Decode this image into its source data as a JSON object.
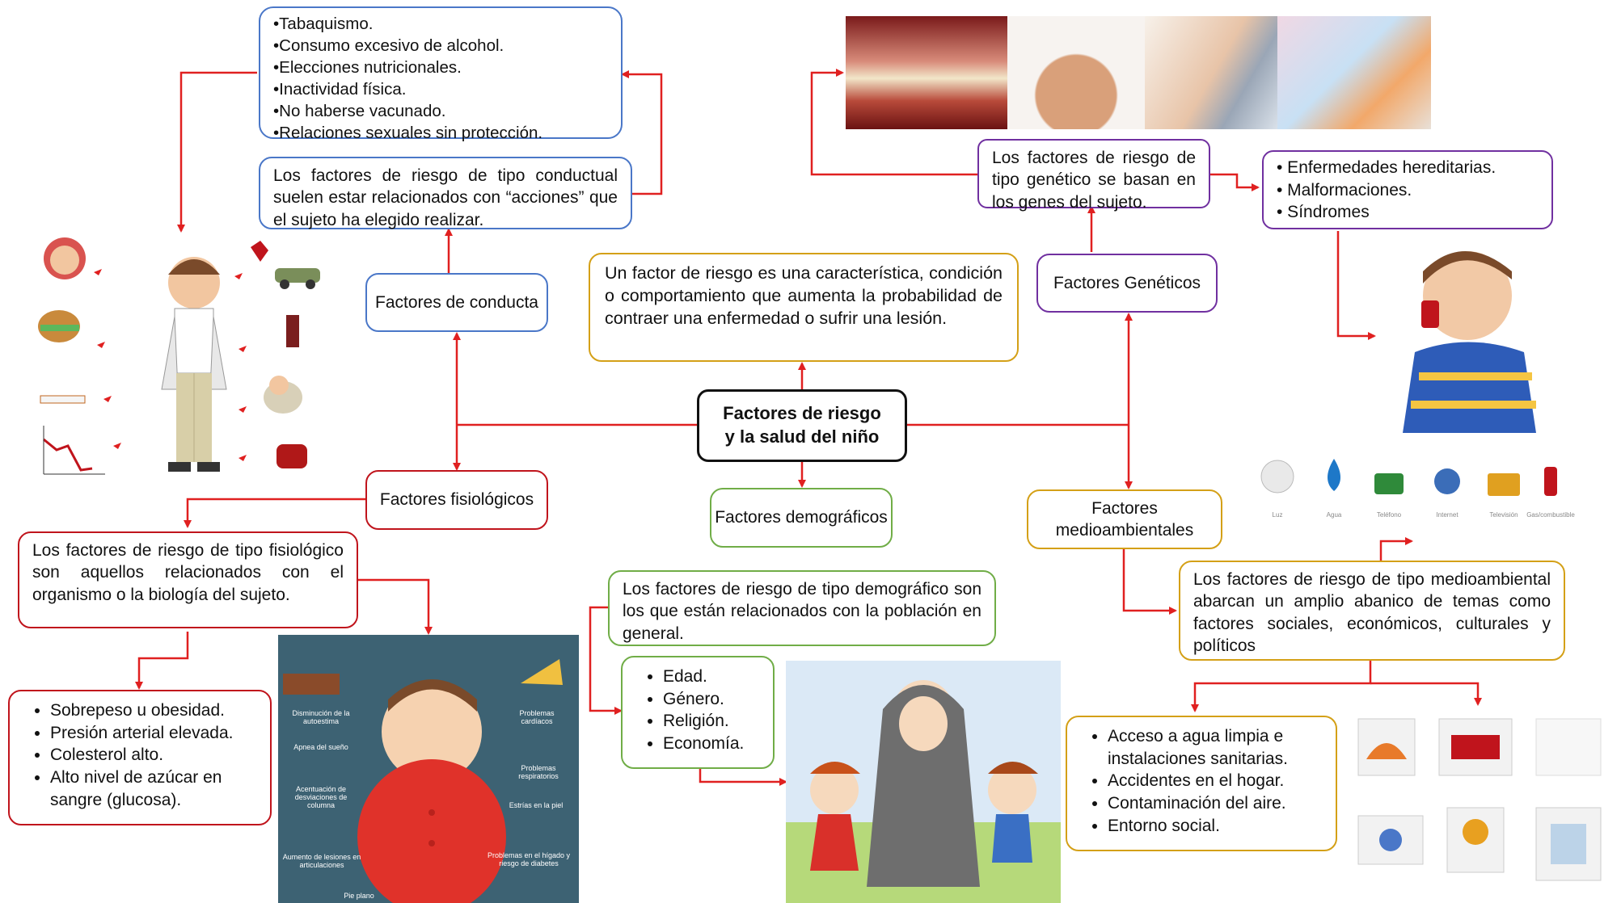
{
  "center": {
    "title_line1": "Factores de riesgo",
    "title_line2": "y la salud del niño"
  },
  "definition": "Un factor de riesgo es una característica, condición o comportamiento que aumenta la probabilidad de contraer una enfermedad o sufrir una lesión.",
  "conducta": {
    "label": "Factores de conducta",
    "description": "Los factores de riesgo de tipo conductual suelen estar relacionados con “acciones” que el sujeto ha elegido realizar.",
    "items": [
      "•Tabaquismo.",
      "•Consumo excesivo de alcohol.",
      "•Elecciones nutricionales.",
      "•Inactividad física.",
      "•No haberse vacunado.",
      "•Relaciones sexuales sin protección."
    ]
  },
  "geneticos": {
    "label": "Factores Genéticos",
    "description": "Los factores de riesgo de tipo genético se basan en los genes del sujeto.",
    "items": [
      "• Enfermedades hereditarias.",
      "• Malformaciones.",
      "• Síndromes"
    ]
  },
  "fisiologicos": {
    "label": "Factores fisiológicos",
    "description": "Los factores de riesgo de tipo fisiológico son aquellos relacionados con el organismo o la biología del sujeto.",
    "items": [
      "Sobrepeso u obesidad.",
      "Presión arterial elevada.",
      "Colesterol alto.",
      "Alto nivel de azúcar en sangre (glucosa)."
    ]
  },
  "demograficos": {
    "label": "Factores demográficos",
    "description": "Los factores de riesgo de tipo demográfico son los que están relacionados con la población en general.",
    "items": [
      "Edad.",
      "Género.",
      "Religión.",
      "Economía."
    ]
  },
  "medioambientales": {
    "label": "Factores medioambientales",
    "description": "Los factores de riesgo de tipo medioambiental abarcan un amplio abanico de temas como factores sociales, económicos, culturales y políticos",
    "items": [
      "Acceso a agua limpia e instalaciones sanitarias.",
      "Accidentes en el hogar.",
      "Contaminación del aire.",
      "Entorno social."
    ]
  },
  "obesity_infographic": {
    "labels_left": [
      "Disminución de la autoestima",
      "Apnea del sueño",
      "Acentuación de desviaciones de columna",
      "Aumento de lesiones en articulaciones",
      "Pie plano"
    ],
    "labels_right": [
      "Problemas cardíacos",
      "Problemas respiratorios",
      "Estrías en la piel",
      "Problemas en el hígado y riesgo de diabetes"
    ]
  },
  "services_icons": {
    "labels": [
      "Luz",
      "Agua",
      "Teléfono",
      "Internet",
      "Televisión",
      "Gas/combustible"
    ]
  },
  "colors": {
    "red": "#c0141c",
    "blue": "#4a77c8",
    "purple": "#7030a0",
    "green": "#70ad47",
    "gold": "#d4a017",
    "arrow": "#e02020"
  }
}
